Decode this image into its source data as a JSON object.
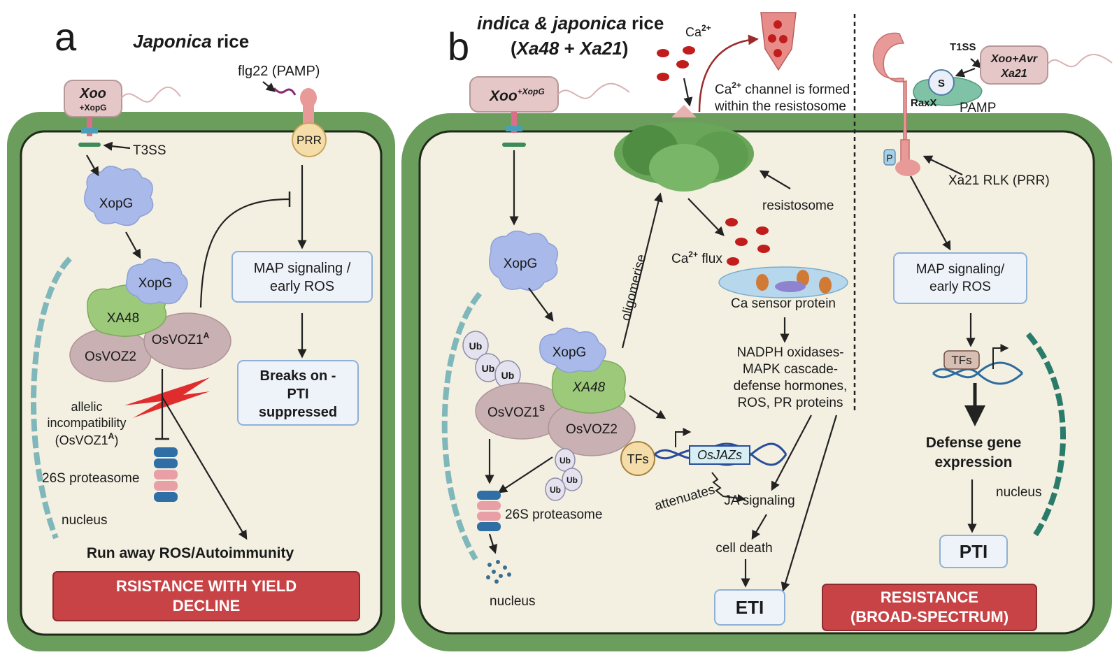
{
  "panel_a": {
    "letter": "a",
    "title_italic": "Japonica",
    "title_rest": " rice",
    "bacterium": "Xoo",
    "bacterium_sub": "+XopG",
    "flg22": "flg22 (PAMP)",
    "prr": "PRR",
    "t3ss": "T3SS",
    "xopg1": "XopG",
    "xopg2": "XopG",
    "xa48": "XA48",
    "osvoz1a": "OsVOZ1",
    "osvoz1a_sup": "A",
    "osvoz2": "OsVOZ2",
    "map_line1": "MAP signaling /",
    "map_line2": "early ROS",
    "breaks_line1": "Breaks on -",
    "breaks_line2": "PTI",
    "breaks_line3": "suppressed",
    "allelic_line1": "allelic",
    "allelic_line2": "incompatibility",
    "allelic_line3": "(OsVOZ1",
    "allelic_sup": "A",
    "allelic_close": ")",
    "proteasome": "26S proteasome",
    "nucleus": "nucleus",
    "runaway": "Run away ROS/Autoimmunity",
    "banner_line1": "RSISTANCE WITH YIELD",
    "banner_line2": "DECLINE"
  },
  "panel_b": {
    "letter": "b",
    "title_italic": "indica & japonica",
    "title_rest": " rice",
    "subtitle_open": "(",
    "subtitle_xa48": "Xa48",
    "subtitle_plus": " + ",
    "subtitle_xa21": "Xa21",
    "subtitle_close": ")",
    "ca_top": "Ca",
    "ca_top_sup": "2+",
    "channel_line1_ca": "Ca",
    "channel_line1_sup": "2+",
    "channel_line1_rest": " channel is formed",
    "channel_line2": "within the resistosome",
    "bacterium": "Xoo",
    "bacterium_sup": "+XopG",
    "resistosome": "resistosome",
    "oligomerise": "oligomerise",
    "ca_flux": "Ca",
    "ca_flux_sup": "2+",
    "ca_flux_rest": " flux",
    "ca_sensor": "Ca sensor protein",
    "xopg1": "XopG",
    "xopg2": "XopG",
    "xa48": "XA48",
    "ub": "Ub",
    "osvoz1s": "OsVOZ1",
    "osvoz1s_sup": "S",
    "osvoz2": "OsVOZ2",
    "nadph_line1": "NADPH oxidases-",
    "nadph_line2": "MAPK cascade-",
    "nadph_line3": "defense hormones,",
    "nadph_line4": "ROS, PR proteins",
    "tfs": "TFs",
    "osjazs": "OsJAZs",
    "attenuates": "attenuates",
    "ja": "JA signaling",
    "proteasome": "26S proteasome",
    "nucleus": "nucleus",
    "cell_death": "cell death",
    "eti": "ETI",
    "banner_line1": "RESISTANCE",
    "banner_line2": "(BROAD-SPECTRUM)"
  },
  "panel_c": {
    "t1ss": "T1SS",
    "bacterium": "Xoo+Avr",
    "bacterium_line2": "Xa21",
    "s": "S",
    "raxx": "RaxX",
    "pamp": "PAMP",
    "p": "P",
    "xa21": "Xa21 RLK (PRR)",
    "map_line1": "MAP signaling/",
    "map_line2": "early ROS",
    "tfs": "TFs",
    "defense_line1": "Defense gene",
    "defense_line2": "expression",
    "nucleus": "nucleus",
    "pti": "PTI"
  },
  "colors": {
    "cell_wall": "#6b9d5c",
    "cytoplasm": "#f3f0e2",
    "banner": "#c84346",
    "protein_blue": "#a8b9ea",
    "protein_green": "#9cc97a",
    "protein_mauve": "#c9b0b3",
    "calcium": "#c21d1d",
    "receptor": "#e89a98"
  }
}
